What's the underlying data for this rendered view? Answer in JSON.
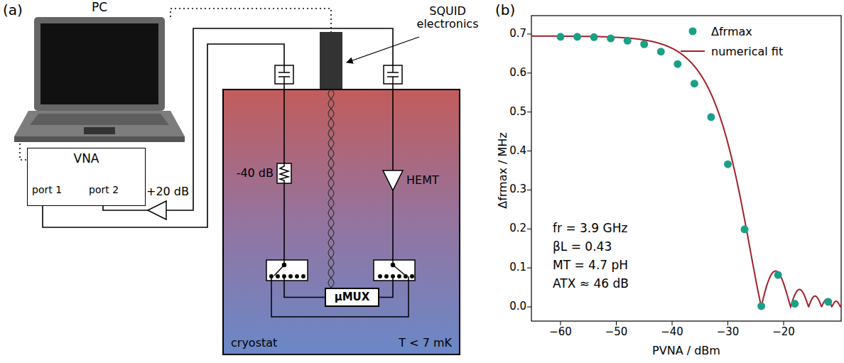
{
  "diagram": {
    "nodes": [
      {
        "text": [
          "PC"
        ]
      },
      {
        "text": [
          "SQUID electronics"
        ]
      },
      {
        "text": [
          "VNA",
          "port 1",
          "port 2"
        ]
      },
      {
        "text": [
          "cryostat",
          "T < 7 mK"
        ]
      },
      {
        "text": [
          "μMUX"
        ],
        "in": 3
      }
    ],
    "edges": [
      {
        "from": 0,
        "to": 2,
        "arrow": "none"
      },
      {
        "from": 0,
        "to": 1,
        "arrow": "none"
      },
      {
        "from": 2,
        "to": 4,
        "arrow": "none"
      },
      {
        "from": 2,
        "to": 4,
        "arrow": "none"
      },
      {
        "from": 1,
        "to": 4,
        "arrow": "none"
      }
    ],
    "labels": [
      "(a)",
      "(b)",
      "+20 dB",
      "-40 dB",
      "HEMT",
      "0.0",
      "0.1",
      "0.2",
      "0.3",
      "0.4",
      "0.5",
      "0.6",
      "0.7",
      "−60",
      "−50",
      "−40",
      "−30",
      "−20",
      "Δfrmax / MHz",
      "PVNA / dBm",
      "fr = 3.9 GHz",
      "βL = 0.43",
      "MT = 4.7 pH",
      "ATX ≈ 46 dB"
    ],
    "legend": [
      {
        "text": "Δfrmax"
      },
      {
        "text": "numerical fit"
      }
    ]
  }
}
